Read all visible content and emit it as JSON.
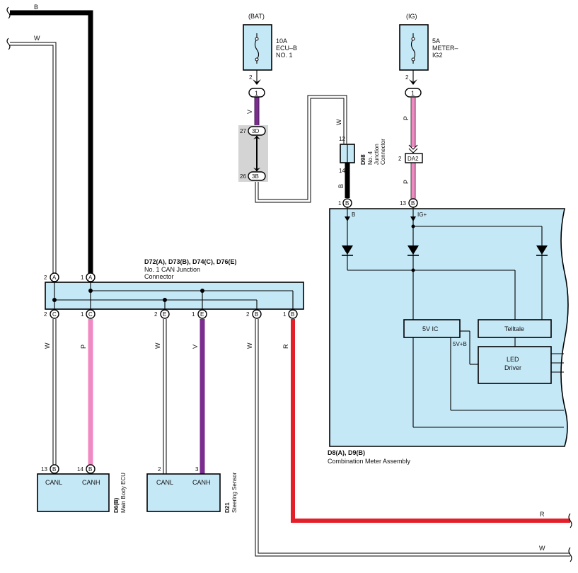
{
  "colors": {
    "B": "#1a1a1a",
    "W": "#ffffff",
    "V": "#7b2d8e",
    "P": "#f18ac3",
    "R": "#e3202a",
    "component_fill": "#c5e8f7",
    "connector_fill": "#d4d4d4"
  },
  "fuses": {
    "bat": {
      "source": "(BAT)",
      "l1": "10A",
      "l2": "ECU–B",
      "l3": "NO. 1",
      "pin": "2",
      "terminal": "1"
    },
    "ig": {
      "source": "(IG)",
      "l1": "5A",
      "l2": "METER–",
      "l3": "IG2",
      "pin": "2",
      "terminal": "1"
    }
  },
  "wire_labels": {
    "top_b": "B",
    "top_w": "W",
    "bat_v": "V",
    "loop_w": "W",
    "d98_b": "B",
    "ig_p1": "P",
    "ig_p2": "P",
    "c_w": "W",
    "c_p": "P",
    "e_w": "W",
    "e_v": "V",
    "b_w": "W",
    "b_r": "R",
    "right_r": "R",
    "right_w": "W"
  },
  "inline_connector": {
    "pin_top": "27",
    "top": "3D",
    "pin_bottom": "26",
    "bottom": "3B"
  },
  "d98": {
    "name": "D98",
    "desc1": "No. 4",
    "desc2": "Junction",
    "desc3": "Connector",
    "pin_top": "12",
    "pin_bottom": "14"
  },
  "da2": {
    "pin": "2",
    "label": "DA2"
  },
  "can_junction": {
    "name": "D72(A), D73(B), D74(C), D76(E)",
    "desc1": "No.  1 CAN Junction",
    "desc2": "Connector",
    "top_pins": [
      {
        "num": "2",
        "letter": "A"
      },
      {
        "num": "1",
        "letter": "A"
      }
    ],
    "bottom_pins": [
      {
        "num": "2",
        "letter": "C"
      },
      {
        "num": "1",
        "letter": "C"
      },
      {
        "num": "2",
        "letter": "E"
      },
      {
        "num": "1",
        "letter": "E"
      },
      {
        "num": "2",
        "letter": "B"
      },
      {
        "num": "1",
        "letter": "B"
      }
    ]
  },
  "meter": {
    "name": "D8(A), D9(B)",
    "desc": "Combination Meter Assembly",
    "pin_b": {
      "num": "1",
      "letter": "B",
      "label": "B"
    },
    "pin_ig": {
      "num": "13",
      "letter": "B",
      "label": "IG+"
    },
    "ic": "5V IC",
    "telltale": "Telltale",
    "led1": "LED",
    "led2": "Driver",
    "v5b": "5V+B"
  },
  "main_body_ecu": {
    "name": "D6(B)",
    "desc": "Main Body ECU",
    "pins": [
      {
        "num": "13",
        "letter": "B",
        "label": "CANL"
      },
      {
        "num": "14",
        "letter": "B",
        "label": "CANH"
      }
    ]
  },
  "steering_sensor": {
    "name": "D21",
    "desc": "Steering Sensor",
    "pins": [
      {
        "num": "2",
        "label": "CANL"
      },
      {
        "num": "3",
        "label": "CANH"
      }
    ]
  }
}
